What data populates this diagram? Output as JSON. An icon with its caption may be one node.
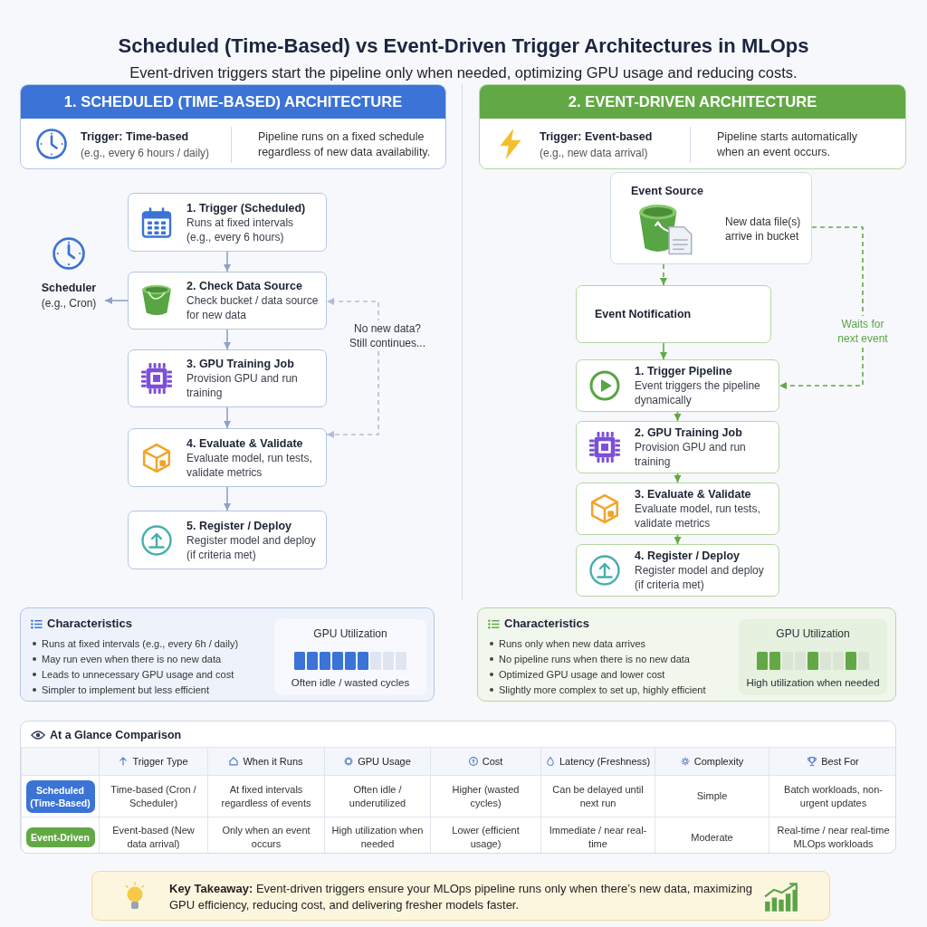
{
  "diagram": {
    "title": "Scheduled (Time-Based) vs Event-Driven Trigger Architectures in MLOps",
    "nodes": [
      {
        "text": [
          "1. SCHEDULED (TIME-BASED) ARCHITECTURE",
          "Trigger: Time-based",
          "(e.g., every 6 hours / daily)",
          "Pipeline runs on a fixed schedule regardless of new data availability."
        ]
      },
      {
        "text": [
          "1. Trigger (Scheduled)",
          "Runs at fixed intervals (e.g., every 6 hours)"
        ]
      },
      {
        "text": [
          "2. Check Data Source",
          "Check bucket / data source for new data"
        ]
      },
      {
        "text": [
          "3. GPU Training Job",
          "Provision GPU and run training"
        ]
      },
      {
        "text": [
          "4. Evaluate & Validate",
          "Evaluate model, run tests, validate metrics"
        ]
      },
      {
        "text": [
          "5. Register / Deploy",
          "Register model and deploy (if criteria met)"
        ]
      },
      {
        "text": [
          "Scheduler",
          "(e.g., Cron)"
        ]
      },
      {
        "text": [
          "2. EVENT-DRIVEN ARCHITECTURE",
          "Trigger: Event-based",
          "(e.g., new data arrival)",
          "Pipeline starts automatically when an event occurs."
        ]
      },
      {
        "text": [
          "Event Source",
          "New data file(s) arrive in bucket"
        ]
      },
      {
        "text": [
          "Event Notification"
        ]
      },
      {
        "text": [
          "1. Trigger Pipeline",
          "Event triggers the pipeline dynamically"
        ]
      },
      {
        "text": [
          "2. GPU Training Job",
          "Provision GPU and run training"
        ]
      },
      {
        "text": [
          "3. Evaluate & Validate",
          "Evaluate model, run tests, validate metrics"
        ]
      },
      {
        "text": [
          "4. Register / Deploy",
          "Register model and deploy (if criteria met)"
        ]
      },
      {
        "text": [
          "Characteristics",
          "Runs at fixed intervals (e.g., every 6h / daily)",
          "May run even when there is no new data",
          "Leads to unnecessary GPU usage and cost",
          "Simpler to implement but less efficient"
        ]
      },
      {
        "text": [
          "GPU Utilization",
          "Often idle / wasted cycles"
        ],
        "in": 14
      },
      {
        "text": [
          "Characteristics",
          "Runs only when new data arrives",
          "No pipeline runs when there is no new data",
          "Optimized GPU usage and lower cost",
          "Slightly more complex to set up, highly efficient"
        ]
      },
      {
        "text": [
          "GPU Utilization",
          "High utilization when needed"
        ],
        "in": 16
      },
      {
        "text": [
          "At a Glance Comparison"
        ]
      },
      {
        "text": [
          "**Key Takeaway:** Event-driven triggers ensure your MLOps pipeline runs only when there’s new data, maximizing GPU efficiency, reducing cost, and delivering fresher models faster."
        ]
      }
    ],
    "edges": [
      {
        "from": 1,
        "to": 2,
        "arrow": "to",
        "color": "#8ca2c9"
      },
      {
        "from": 2,
        "to": 3,
        "arrow": "to",
        "color": "#8ca2c9"
      },
      {
        "from": 3,
        "to": 4,
        "arrow": "to",
        "color": "#8ca2c9"
      },
      {
        "from": 4,
        "to": 5,
        "arrow": "to",
        "color": "#8ca2c9"
      },
      {
        "from": 2,
        "to": 6,
        "arrow": "to",
        "color": "#8ca2c9"
      },
      {
        "from": 4,
        "to": 2,
        "arrow": "both",
        "style": "dashed",
        "label": "No new data? Still continues...",
        "color": "#b4bed1"
      },
      {
        "from": 8,
        "to": 9,
        "arrow": "to",
        "style": "dashed",
        "color": "#62a945"
      },
      {
        "from": 9,
        "to": 10,
        "arrow": "to",
        "color": "#62a945"
      },
      {
        "from": 10,
        "to": 11,
        "arrow": "to",
        "color": "#62a945"
      },
      {
        "from": 11,
        "to": 12,
        "arrow": "to",
        "color": "#62a945"
      },
      {
        "from": 12,
        "to": 13,
        "arrow": "to",
        "color": "#62a945"
      },
      {
        "from": 8,
        "to": 10,
        "arrow": "to",
        "style": "dashed",
        "label": "Waits for next event",
        "color": "#62a945"
      }
    ],
    "labels": [
      "Event-driven triggers start the pipeline only when needed, optimizing GPU usage and reducing costs.",
      "Trigger Type",
      "When it Runs",
      "GPU Usage",
      "Cost",
      "Latency (Freshness)",
      "Complexity",
      "Best For",
      "Scheduled (Time-Based)",
      "Time-based (Cron / Scheduler)",
      "At fixed intervals regardless of events",
      "Often idle / underutilized",
      "Higher (wasted cycles)",
      "Can be delayed until next run",
      "Simple",
      "Batch workloads, non-urgent updates",
      "Event-Driven",
      "Event-based (New data arrival)",
      "Only when an event occurs",
      "High utilization when needed",
      "Lower (efficient usage)",
      "Immediate / near real-time",
      "Moderate",
      "Real-time / near real-time MLOps workloads"
    ]
  }
}
